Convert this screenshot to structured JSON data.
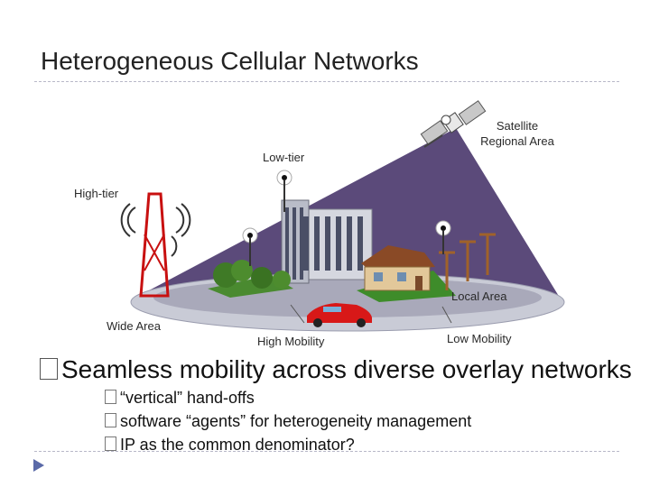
{
  "slide": {
    "title": "Heterogeneous Cellular Networks"
  },
  "diagram": {
    "labels": {
      "satellite_line1": "Satellite",
      "satellite_line2": "Regional Area",
      "low_tier": "Low-tier",
      "high_tier": "High-tier",
      "local_area": "Local Area",
      "wide_area": "Wide Area",
      "high_mobility": "High Mobility",
      "low_mobility": "Low Mobility"
    },
    "icons": [
      "satellite-icon",
      "cell-tower-icon",
      "antenna-icon",
      "office-building-icon",
      "house-icon",
      "car-icon",
      "utility-pole-icon",
      "tree-icon"
    ],
    "colors": {
      "beam_fill": "#5b4a7a",
      "ground_fill": "#c9cbd6",
      "car": "#d81818",
      "tower": "#c81010"
    }
  },
  "bullets": {
    "main": "Seamless mobility across diverse overlay networks",
    "sub": [
      "“vertical” hand-offs",
      "software “agents” for heterogeneity management",
      "IP as the common denominator?"
    ]
  }
}
